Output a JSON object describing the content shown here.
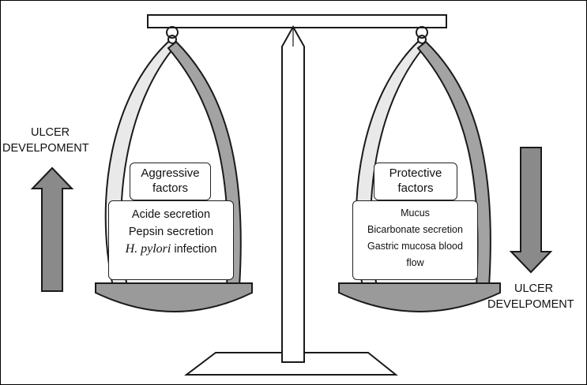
{
  "left_pan": {
    "heading_line1": "Aggressive",
    "heading_line2": "factors",
    "items": [
      {
        "text": "Acide secretion"
      },
      {
        "text": "Pepsin secretion"
      },
      {
        "italic": "H. pylori",
        "text": " infection"
      }
    ]
  },
  "right_pan": {
    "heading_line1": "Protective",
    "heading_line2": "factors",
    "items": [
      {
        "text": "Mucus"
      },
      {
        "text": "Bicarbonate secretion"
      },
      {
        "text": "Gastric mucosa blood"
      },
      {
        "text": "flow"
      }
    ]
  },
  "left_arrow": {
    "label_line1": "ULCER",
    "label_line2": "DEVELPOMENT",
    "direction": "up"
  },
  "right_arrow": {
    "label_line1": "ULCER",
    "label_line2": "DEVELPOMENT",
    "direction": "down"
  },
  "colors": {
    "arrow_fill": "#8a8a8a",
    "pan_fill": "#9a9a9a",
    "outline": "#1a1a1a"
  }
}
